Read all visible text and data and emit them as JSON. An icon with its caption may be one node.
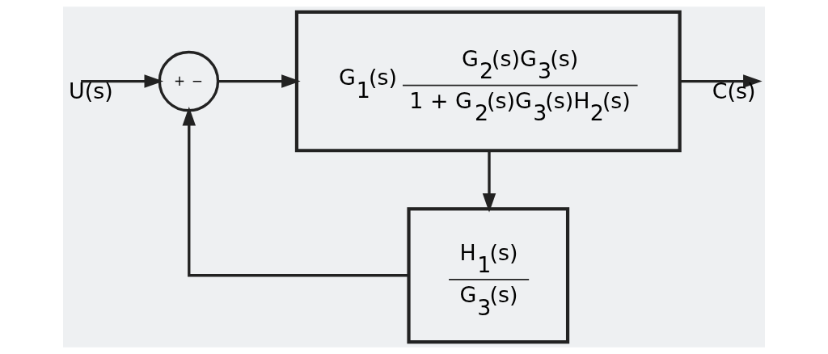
{
  "diagram": {
    "nodes": [
      {
        "text": [
          "+",
          "−"
        ]
      },
      {
        "text": [
          "G$_{1}$(s)",
          "G$_{2}$(s)G$_{3}$(s)",
          "1 + G$_{2}$(s)G$_{3}$(s)H$_{2}$(s)"
        ]
      },
      {
        "text": [
          "H$_{1}$(s)",
          "G$_{3}$(s)"
        ]
      }
    ],
    "edges": [
      {
        "from": null,
        "to": 0,
        "arrow": "to",
        "label": "U(s)"
      },
      {
        "from": 0,
        "to": 1,
        "arrow": "to"
      },
      {
        "from": 1,
        "to": null,
        "arrow": "to",
        "label": "C(s)"
      },
      {
        "from": 1,
        "to": 2,
        "arrow": "to"
      },
      {
        "from": 2,
        "to": 0,
        "arrow": "to"
      }
    ]
  }
}
